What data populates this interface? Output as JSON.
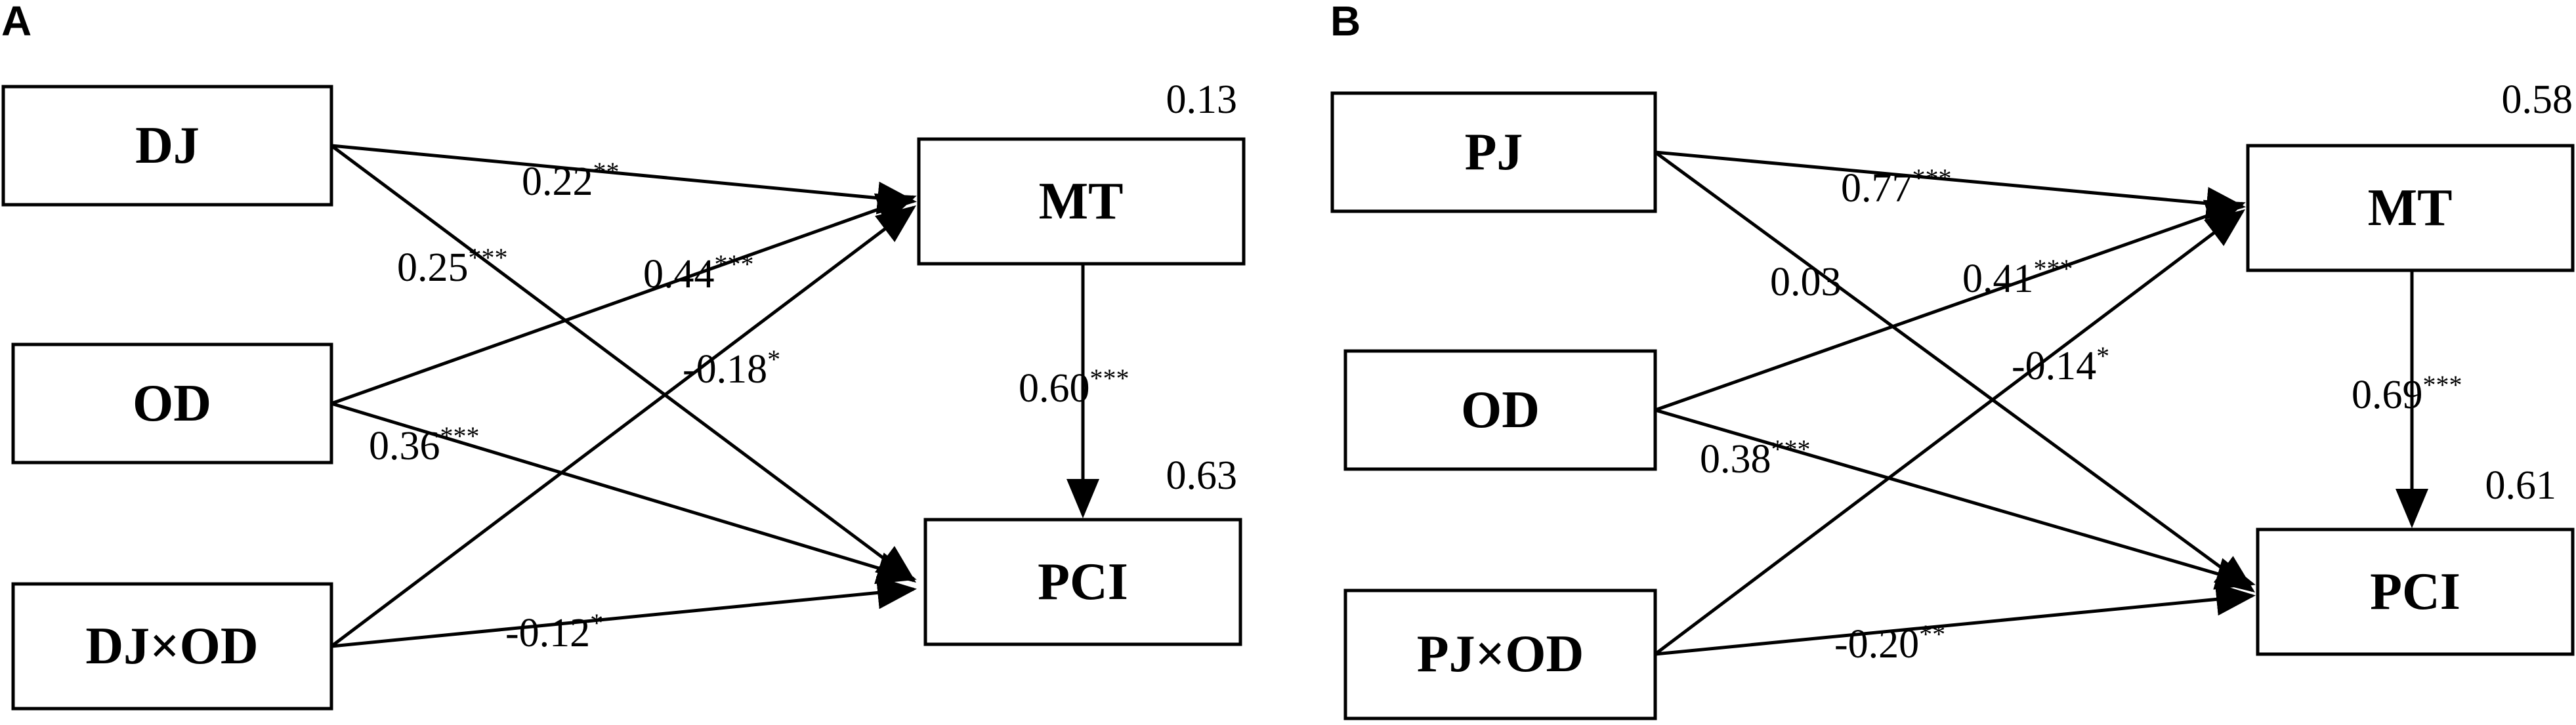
{
  "panels": [
    {
      "letter": "A",
      "nodes": {
        "x": "DJ",
        "mod": "OD",
        "inter": "DJ×OD",
        "med": "MT",
        "out": "PCI"
      },
      "r2": {
        "med": "0.13",
        "out": "0.63"
      },
      "paths": {
        "x_med": {
          "value": "0.22",
          "stars": "**"
        },
        "x_out": {
          "value": "0.25",
          "stars": "***"
        },
        "mod_med": {
          "value": "0.44",
          "stars": "***"
        },
        "mod_out": {
          "value": "0.36",
          "stars": "***"
        },
        "inter_med": {
          "value": "-0.18",
          "stars": "*"
        },
        "inter_out": {
          "value": "-0.12",
          "stars": "*"
        },
        "med_out": {
          "value": "0.60",
          "stars": "***"
        }
      }
    },
    {
      "letter": "B",
      "nodes": {
        "x": "PJ",
        "mod": "OD",
        "inter": "PJ×OD",
        "med": "MT",
        "out": "PCI"
      },
      "r2": {
        "med": "0.58",
        "out": "0.61"
      },
      "paths": {
        "x_med": {
          "value": "0.77",
          "stars": "***"
        },
        "x_out": {
          "value": "0.03",
          "stars": ""
        },
        "mod_med": {
          "value": "0.41",
          "stars": "***"
        },
        "mod_out": {
          "value": "0.38",
          "stars": "***"
        },
        "inter_med": {
          "value": "-0.14",
          "stars": "*"
        },
        "inter_out": {
          "value": "-0.20",
          "stars": "**"
        },
        "med_out": {
          "value": "0.69",
          "stars": "***"
        }
      }
    }
  ]
}
